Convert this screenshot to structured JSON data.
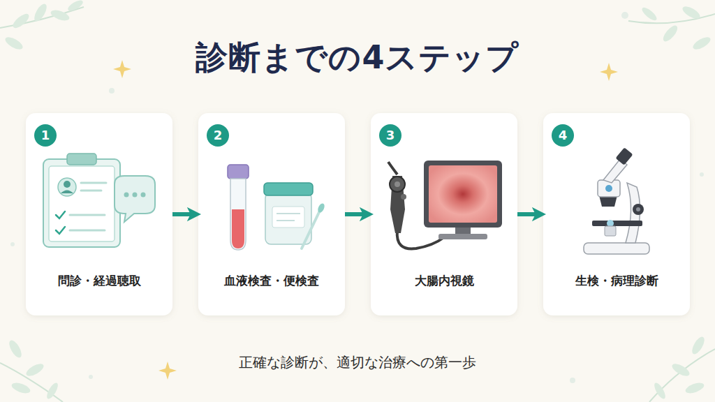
{
  "diagram": {
    "title": "診断までの4ステップ",
    "caption": "正確な診断が、適切な治療への第一歩",
    "nodes": [
      {
        "text": [
          "問診・経過聴取"
        ]
      },
      {
        "text": [
          "1"
        ],
        "in": 0
      },
      {
        "text": [
          "血液検査・便検査"
        ]
      },
      {
        "text": [
          "2"
        ],
        "in": 2
      },
      {
        "text": [
          "大腸内視鏡"
        ]
      },
      {
        "text": [
          "3"
        ],
        "in": 4
      },
      {
        "text": [
          "生検・病理診断"
        ]
      },
      {
        "text": [
          "4"
        ],
        "in": 6
      }
    ],
    "edges": [
      {
        "from": 0,
        "to": 2,
        "arrow": "to"
      },
      {
        "from": 2,
        "to": 4,
        "arrow": "to"
      },
      {
        "from": 4,
        "to": 6,
        "arrow": "to"
      }
    ]
  }
}
